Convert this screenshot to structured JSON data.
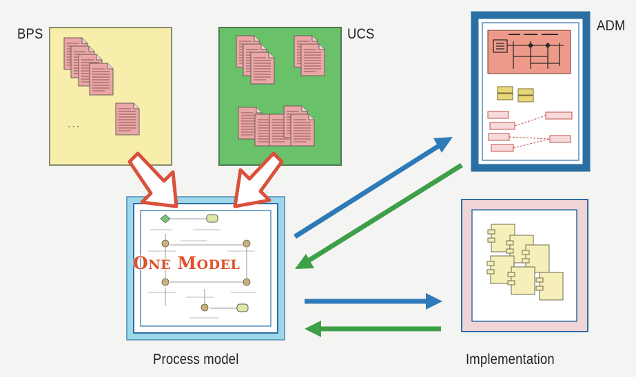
{
  "labels": {
    "bps": "BPS",
    "ucs": "UCS",
    "adm": "ADM",
    "process_model": "Process model",
    "implementation": "Implementation"
  },
  "one_model": {
    "first_initial": "O",
    "first_rest": "NE",
    "second_initial": "M",
    "second_rest": "ODEL"
  },
  "bps_ellipsis": "...",
  "colors": {
    "bps_panel": "#f6eeaa",
    "ucs_panel": "#69c26a",
    "document_fill": "#e9a7a5",
    "merge_arrow": "#d9503c",
    "blue_arrow": "#2e7ab8",
    "green_arrow": "#3d9f48",
    "process_frame": "#9fd7ea",
    "adm_frame": "#2a6fa3",
    "implementation_frame": "#f1d4d6",
    "one_model_text": "#e0502c"
  }
}
